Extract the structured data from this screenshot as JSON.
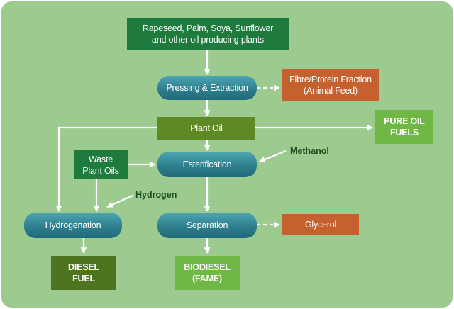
{
  "nodes": {
    "plants": "Rapeseed, Palm, Soya, Sunflower\nand other oil producing plants",
    "pressing": "Pressing & Extraction",
    "fibre": "Fibre/Protein Fraction\n(Animal Feed)",
    "plant_oil": "Plant Oil",
    "pure_oil": "PURE OIL\nFUELS",
    "waste": "Waste\nPlant Oils",
    "esterification": "Esterification",
    "hydrogenation": "Hydrogenation",
    "separation": "Separation",
    "glycerol": "Glycerol",
    "diesel": "DIESEL\nFUEL",
    "biodiesel": "BIODIESEL\n(FAME)"
  },
  "labels": {
    "methanol": "Methanol",
    "hydrogen": "Hydrogen"
  },
  "colors": {
    "panel": "#9cca8f",
    "arrow": "#ffffff",
    "dark_green": "#1f7a3e",
    "olive": "#5e8a25",
    "light_green": "#6fb845",
    "orange": "#c4612e",
    "teal": "#2f7f8e"
  }
}
